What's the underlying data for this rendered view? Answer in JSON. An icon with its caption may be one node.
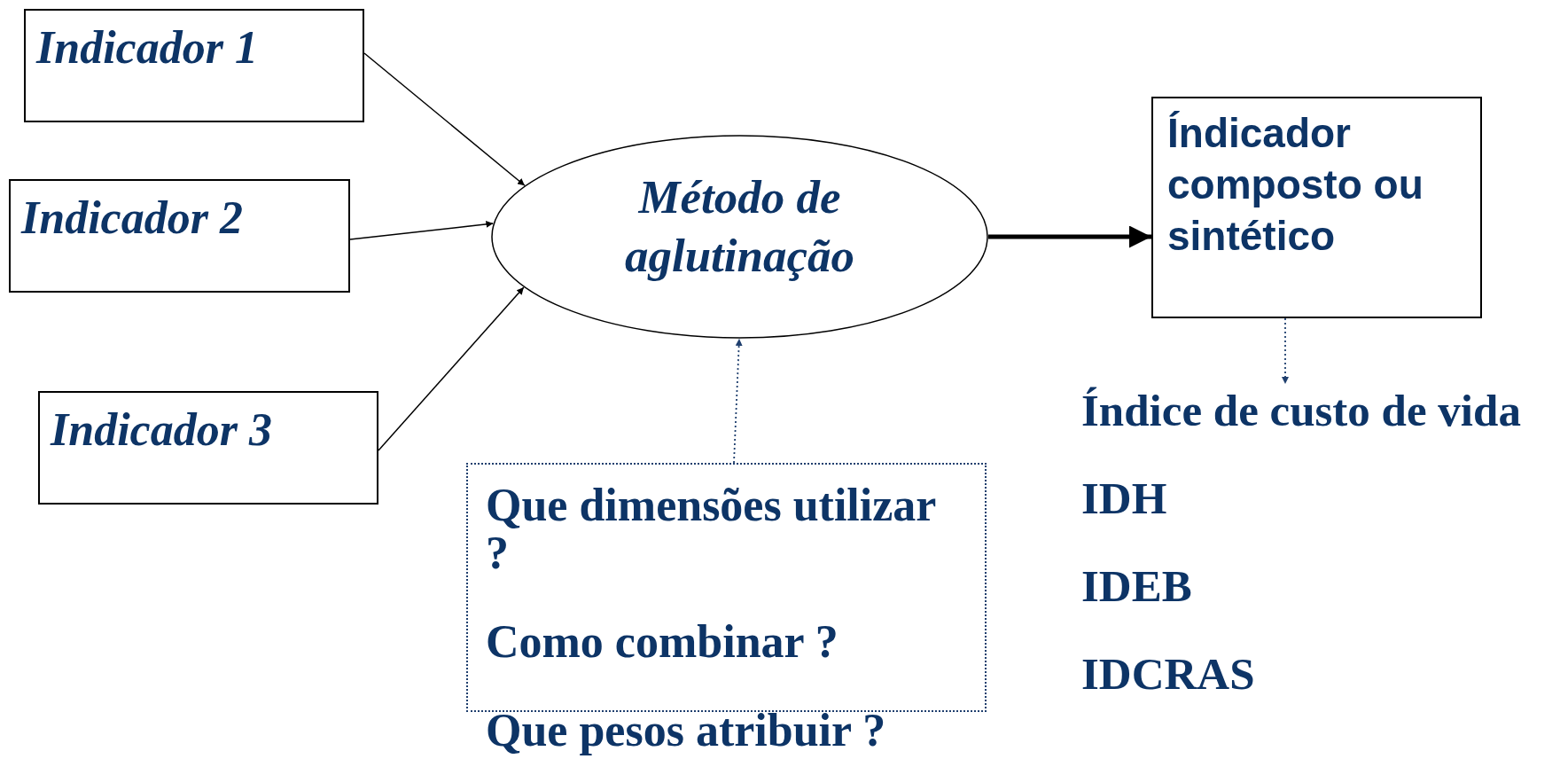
{
  "diagram": {
    "nodes": [
      {
        "text": [
          "Indicador 1"
        ]
      },
      {
        "text": [
          "Indicador 2"
        ]
      },
      {
        "text": [
          "Indicador 3"
        ]
      },
      {
        "text": [
          "Método de aglutinação"
        ]
      },
      {
        "text": [
          "Índicador composto ou sintético"
        ]
      },
      {
        "text": [
          "Que dimensões utilizar ?",
          "Como combinar ?",
          "Que pesos atribuir ?"
        ]
      },
      {
        "text": [
          "Índice de custo de vida",
          "IDH",
          "IDEB",
          "IDCRAS"
        ]
      }
    ],
    "edges": [
      {
        "from": 0,
        "to": 3,
        "arrow": "to"
      },
      {
        "from": 1,
        "to": 3,
        "arrow": "to"
      },
      {
        "from": 2,
        "to": 3,
        "arrow": "to"
      },
      {
        "from": 3,
        "to": 4,
        "arrow": "to",
        "style": "thick"
      },
      {
        "from": 5,
        "to": 3,
        "arrow": "to",
        "style": "dashed",
        "color": "#1f3f6e"
      },
      {
        "from": 4,
        "to": 6,
        "arrow": "to",
        "style": "dashed",
        "color": "#1f3f6e"
      }
    ]
  }
}
